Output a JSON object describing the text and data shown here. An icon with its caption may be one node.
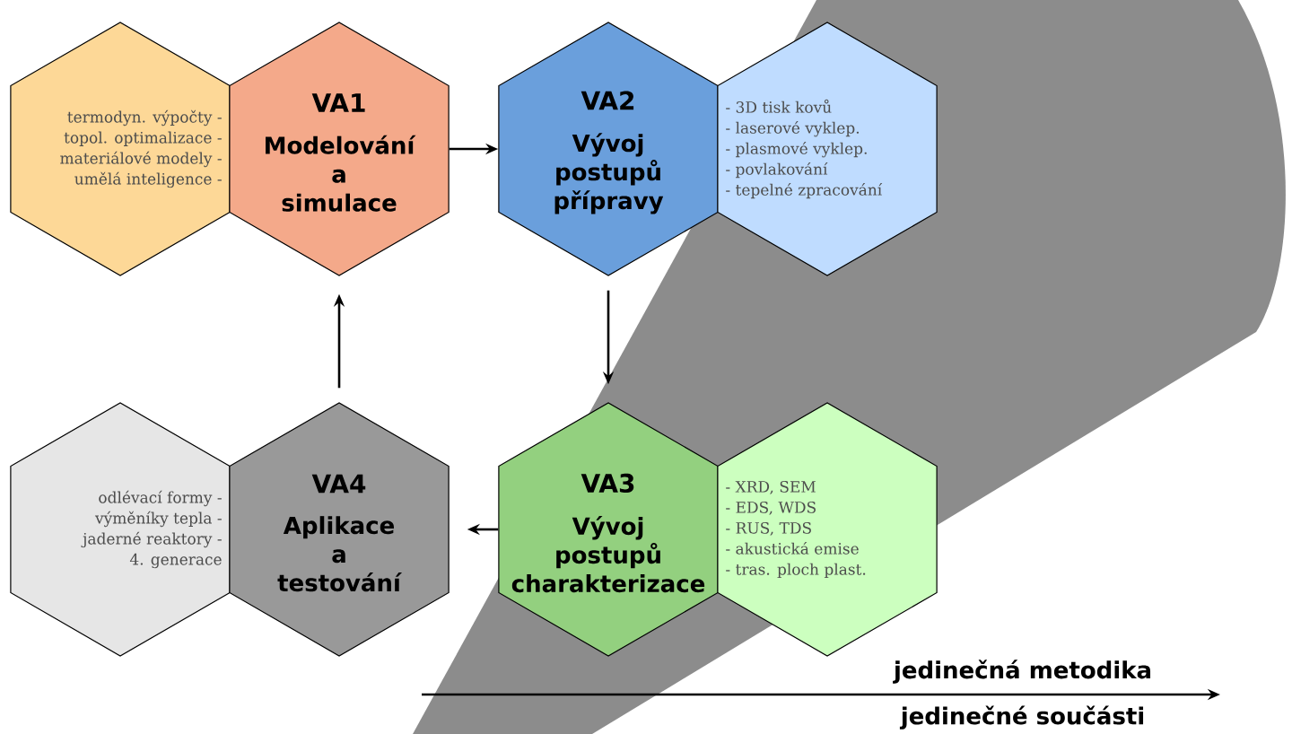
{
  "diagram": {
    "nodes": [
      {
        "text": [
          "termodyn. výpočty -",
          "topol. optimalizace -",
          "materiálové modely -",
          "umělá inteligence -"
        ]
      },
      {
        "text": [
          "VA1",
          "Modelování a simulace"
        ]
      },
      {
        "text": [
          "VA2",
          "Vývoj postupů přípravy"
        ]
      },
      {
        "text": [
          "- 3D tisk kovů",
          "- laserové vyklep.",
          "- plasmové vyklep.",
          "- povlakování",
          "- tepelné zpracování"
        ]
      },
      {
        "text": [
          "odlévací formy -",
          "výměníky tepla -",
          "jaderné reaktory -",
          "4. generace"
        ]
      },
      {
        "text": [
          "VA4",
          "Aplikace a testování"
        ]
      },
      {
        "text": [
          "VA3",
          "Vývoj postupů charakterizace"
        ]
      },
      {
        "text": [
          "- XRD, SEM",
          "- EDS, WDS",
          "- RUS, TDS",
          "- akustická emise",
          "- tras. ploch plast."
        ]
      }
    ],
    "edges": [
      {
        "from": 1,
        "to": 2,
        "arrow": "to"
      },
      {
        "from": 2,
        "to": 6,
        "arrow": "to"
      },
      {
        "from": 6,
        "to": 5,
        "arrow": "to"
      },
      {
        "from": 5,
        "to": 1,
        "arrow": "to"
      }
    ],
    "labels": [
      "jedinečná metodika",
      "jedinečné součásti"
    ]
  }
}
